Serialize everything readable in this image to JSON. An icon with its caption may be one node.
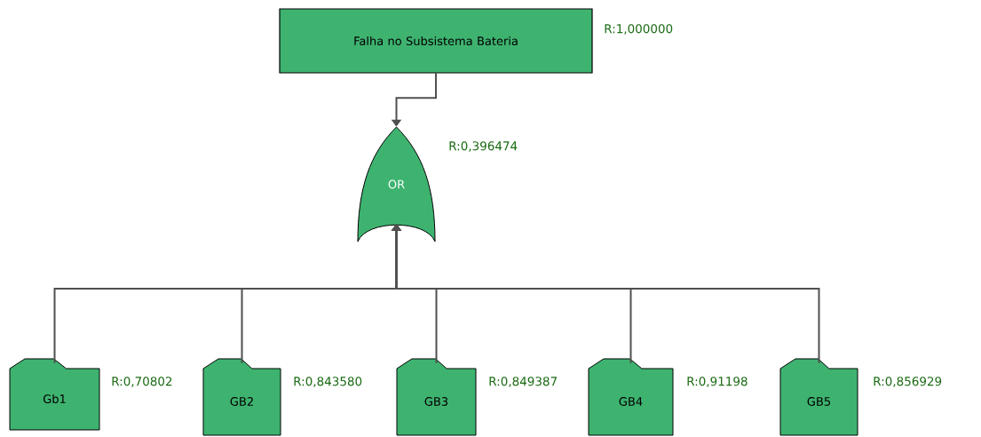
{
  "diagram": {
    "nodes": [
      {
        "text": [
          "Falha no Subsistema Bateria"
        ],
        "beside": [
          "R:1,000000"
        ]
      },
      {
        "text": [
          "OR"
        ],
        "beside": [
          "R:0,396474"
        ]
      },
      {
        "text": [
          "Gb1"
        ],
        "beside": [
          "R:0,70802"
        ]
      },
      {
        "text": [
          "GB2"
        ],
        "beside": [
          "R:0,843580"
        ]
      },
      {
        "text": [
          "GB3"
        ],
        "beside": [
          "R:0,849387"
        ]
      },
      {
        "text": [
          "GB4"
        ],
        "beside": [
          "R:0,91198"
        ]
      },
      {
        "text": [
          "GB5"
        ],
        "beside": [
          "R:0,856929"
        ]
      }
    ],
    "edges": [
      {
        "from": 0,
        "to": 1,
        "arrow": "to"
      },
      {
        "from": 2,
        "to": 1,
        "arrow": "to"
      },
      {
        "from": 3,
        "to": 1,
        "arrow": "to"
      },
      {
        "from": 4,
        "to": 1,
        "arrow": "to"
      },
      {
        "from": 5,
        "to": 1,
        "arrow": "to"
      },
      {
        "from": 6,
        "to": 1,
        "arrow": "to"
      }
    ]
  }
}
